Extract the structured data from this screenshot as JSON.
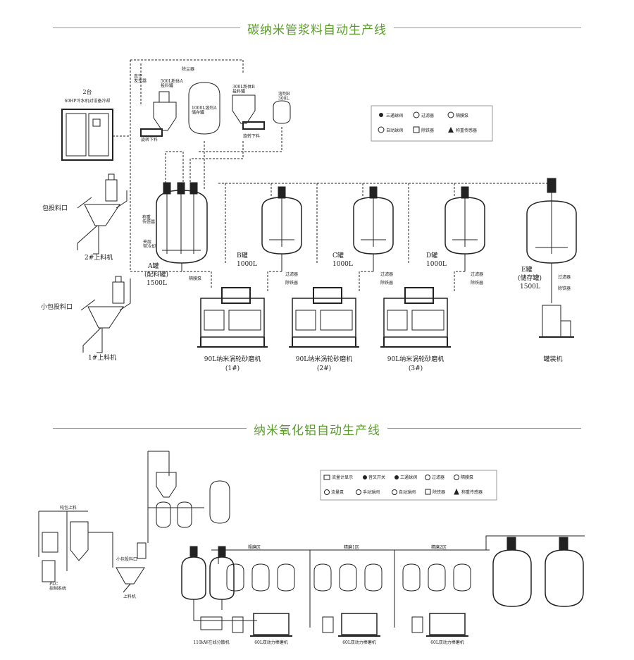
{
  "section1": {
    "title": "碳纳米管浆料自动生产线",
    "labels": {
      "chiller": "2台",
      "chiller2": "60HP冷水机对设备冷却",
      "pack_port": "包投料口",
      "loader2": "2#上料机",
      "small_port": "小包投料口",
      "loader1": "1#上料机",
      "vacuum": "真空\n发生器",
      "dust": "除尘器",
      "hopper_a": "500L粉体A\n投料罐",
      "tank_1000": "1000L溶剂A\n储存罐",
      "hopper_b": "300L粉体B\n投料罐",
      "solvent": "溶剂B\n300L",
      "rotary_a": "旋转下料",
      "rotary_b": "旋转下料",
      "tank_a_name": "A罐",
      "tank_a_sub": "(配料罐)",
      "tank_a_vol": "1500L",
      "tank_b_name": "B罐",
      "tank_b_vol": "1000L",
      "tank_c_name": "C罐",
      "tank_c_vol": "1000L",
      "tank_d_name": "D罐",
      "tank_d_vol": "1000L",
      "tank_e_name": "E罐",
      "tank_e_sub": "(储存罐)",
      "tank_e_vol": "1500L",
      "weigh": "称重\n传感器",
      "heat": "夹层\n带冷却",
      "diaphragm": "隔膜泵",
      "filter": "过滤器",
      "iron": "除铁器",
      "mill1": "90L纳米涡轮砂磨机",
      "mill1_n": "(1#)",
      "mill2": "90L纳米涡轮砂磨机",
      "mill2_n": "(2#)",
      "mill3": "90L纳米涡轮砂磨机",
      "mill3_n": "(3#)",
      "filler": "罐装机"
    },
    "legend": [
      {
        "icon": "three-way-valve",
        "label": "三通球阀"
      },
      {
        "icon": "filter",
        "label": "过滤器"
      },
      {
        "icon": "diaphragm-pump",
        "label": "隔膜泵"
      },
      {
        "icon": "auto-valve",
        "label": "自动球阀"
      },
      {
        "icon": "iron-remover",
        "label": "除铁器"
      },
      {
        "icon": "weigh-sensor",
        "label": "称重传感器"
      }
    ]
  },
  "section2": {
    "title": "纳米氧化铝自动生产线",
    "labels": {
      "ton_bag": "吨包上料",
      "plc": "PLC\n控制系统",
      "small_port": "小包投料口",
      "loader": "上料机",
      "zone1": "粗磨区",
      "zone2": "精磨1区",
      "zone3": "精磨2区",
      "disperser": "110kW在线分散机",
      "mill1": "60L双动力棒磨机",
      "mill2": "60L双动力棒磨机",
      "mill3": "60L双动力棒磨机"
    },
    "legend": [
      {
        "icon": "flow-meter",
        "label": "流量计显示"
      },
      {
        "icon": "tuning-fork",
        "label": "音叉开关"
      },
      {
        "icon": "three-way-valve",
        "label": "三通球阀"
      },
      {
        "icon": "filter",
        "label": "过滤器"
      },
      {
        "icon": "diaphragm-pump",
        "label": "隔膜泵"
      },
      {
        "icon": "flow-pump",
        "label": "流量泵"
      },
      {
        "icon": "manual-valve",
        "label": "手动球阀"
      },
      {
        "icon": "auto-valve",
        "label": "自动球阀"
      },
      {
        "icon": "iron-remover",
        "label": "除铁器"
      },
      {
        "icon": "weigh-sensor",
        "label": "称重传感器"
      }
    ]
  },
  "colors": {
    "accent": "#5a9d2a",
    "line": "#7fb24a",
    "ink": "#222222"
  }
}
